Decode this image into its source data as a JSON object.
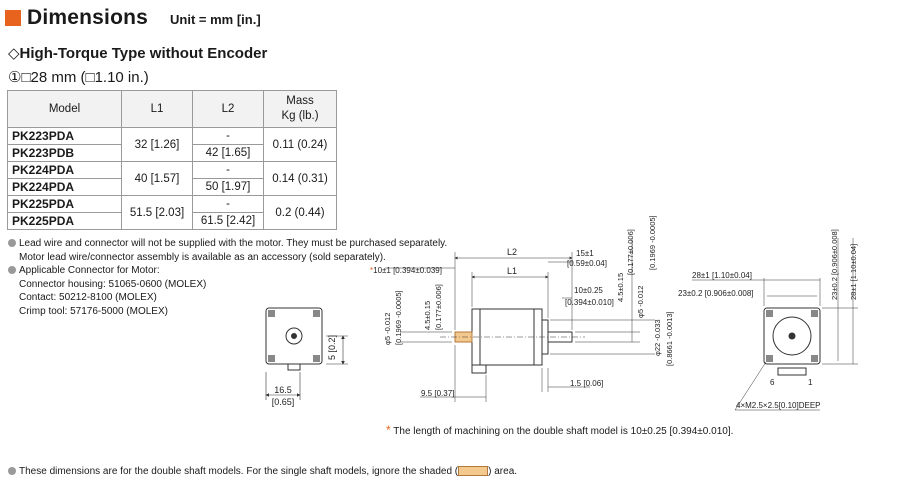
{
  "header": {
    "title": "Dimensions",
    "unit": "Unit = mm [in.]"
  },
  "section": {
    "title": "◇High-Torque Type without Encoder",
    "size": "①□28 mm (□1.10 in.)"
  },
  "table": {
    "headers": {
      "model": "Model",
      "l1": "L1",
      "l2": "L2",
      "mass_1": "Mass",
      "mass_2": "Kg (lb.)"
    },
    "groups": [
      {
        "models": [
          "PK223PDA",
          "PK223PDB"
        ],
        "l1": "32 [1.26]",
        "l2": [
          "-",
          "42 [1.65]"
        ],
        "mass": "0.11 (0.24)"
      },
      {
        "models": [
          "PK224PDA",
          "PK224PDA"
        ],
        "l1": "40 [1.57]",
        "l2": [
          "-",
          "50 [1.97]"
        ],
        "mass": "0.14 (0.31)"
      },
      {
        "models": [
          "PK225PDA",
          "PK225PDA"
        ],
        "l1": "51.5 [2.03]",
        "l2": [
          "-",
          "61.5 [2.42]"
        ],
        "mass": "0.2 (0.44)"
      }
    ]
  },
  "notes": {
    "n1a": "Lead wire and connector will not be supplied with the motor. They must be purchased separately.",
    "n1b": "Motor lead wire/connector assembly is available as an accessory (sold separately).",
    "n2": "Applicable Connector for Motor:",
    "housing": "Connector housing: 51065-0600 (MOLEX)",
    "contact": "Contact: 50212-8100 (MOLEX)",
    "crimp": "Crimp tool: 57176-5000 (MOLEX)"
  },
  "dims": {
    "front_5": "5 [0.2]",
    "front_165a": "16.5",
    "front_165b": "[0.65]",
    "l2": "L2",
    "l1": "L1",
    "d10": "10±1 [0.394±0.039]",
    "d15": "15±1",
    "d15in": "[0.59±0.04]",
    "d1025": "10±0.25",
    "d1025in": "[0.394±0.010]",
    "d45a": "4.5±0.15",
    "d45b": "[0.177±0.006]",
    "phi5": "φ5 -0.012",
    "phi5in": "[0.1969 -0.0005]",
    "d45c": "4.5±0.15",
    "d45d": "[0.177±0.006]",
    "phi5b": "φ5 -0.012",
    "phi5bin": "[0.1969 -0.0005]",
    "phi22": "φ22 -0.033",
    "phi22in": "[0.8661 -0.0013]",
    "d15s": "1.5 [0.06]",
    "d95": "9.5 [0.37]",
    "r28": "28±1 [1.10±0.04]",
    "r23": "23±0.2 [0.906±0.008]",
    "r23v": "23±0.2 [0.906±0.008]",
    "r28v": "28±1 [1.10±0.04]",
    "pin6": "6",
    "pin1": "1",
    "holes": "4×M2.5×2.5[0.10]DEEP"
  },
  "footnote": {
    "ast": "*",
    "text": "The length of machining on the double shaft model is 10±0.25 [0.394±0.010]."
  },
  "bottom": {
    "before": "These dimensions are for the double shaft models. For the single shaft models, ignore the shaded (",
    "after": ") area."
  },
  "colors": {
    "accent": "#e8641e",
    "shade": "#f4c98e",
    "line": "#333333"
  }
}
